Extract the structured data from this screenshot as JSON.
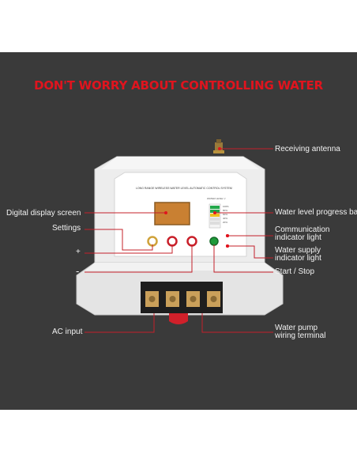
{
  "headline": "DON'T WORRY ABOUT CONTROLLING WATER",
  "device": {
    "panel_title": "LONG RANGE WIRELESS WATER LEVEL AUTOMATIC CONTROL SYSTEM",
    "level_header": "WATER LEVEL  ▽",
    "level_marks": [
      "100%",
      "80%",
      "60%",
      "40%",
      "20%"
    ]
  },
  "callouts": {
    "receiving_antenna": "Receiving antenna",
    "digital_display": "Digital display screen",
    "settings": "Settings",
    "plus": "+",
    "minus": "-",
    "water_level_bar": "Water level progress bar",
    "comm_light_1": "Communication",
    "comm_light_2": "indicator light",
    "supply_light_1": "Water supply",
    "supply_light_2": "indicator light",
    "start_stop": "Start / Stop",
    "ac_input": "AC input",
    "pump_terminal_1": "Water pump",
    "pump_terminal_2": "wiring terminal"
  },
  "colors": {
    "background": "#3a3a3a",
    "headline": "#e0141e",
    "callout_line": "#c4202a",
    "callout_dot": "#e0141e",
    "display": "#c98032",
    "start_button": "#1f9a3a"
  }
}
